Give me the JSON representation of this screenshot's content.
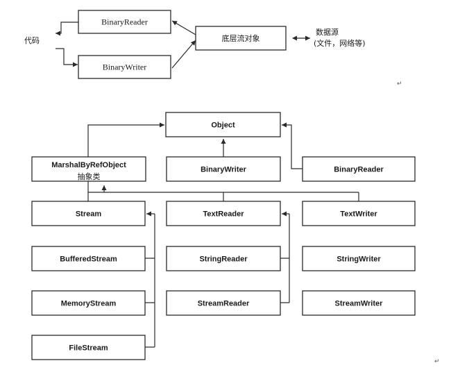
{
  "top_diagram": {
    "code_label": "代码",
    "binary_reader": "BinaryReader",
    "binary_writer": "BinaryWriter",
    "underlying_stream": "底层流对象",
    "data_source_line1": "数据源",
    "data_source_line2": "(文件，网络等)"
  },
  "hierarchy": {
    "object": "Object",
    "marshal_by_ref": "MarshalByRefObject",
    "abstract_class": "抽象类",
    "binary_writer": "BinaryWriter",
    "binary_reader": "BinaryReader",
    "stream": "Stream",
    "text_reader": "TextReader",
    "text_writer": "TextWriter",
    "buffered_stream": "BufferedStream",
    "string_reader": "StringReader",
    "string_writer": "StringWriter",
    "memory_stream": "MemoryStream",
    "stream_reader": "StreamReader",
    "stream_writer": "StreamWriter",
    "file_stream": "FileStream"
  },
  "return_mark": "↵"
}
